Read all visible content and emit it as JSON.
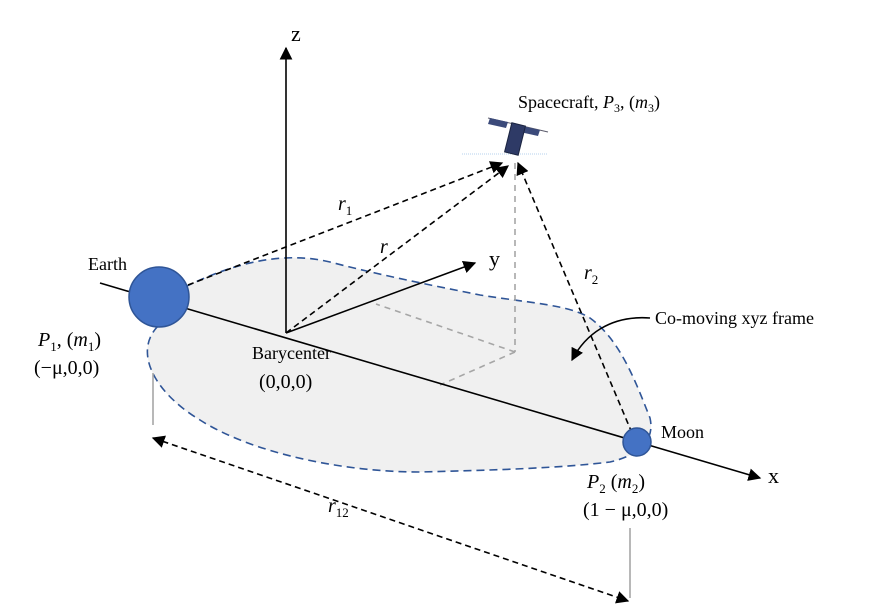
{
  "axes": {
    "x": "x",
    "y": "y",
    "z": "z"
  },
  "bodies": {
    "earth": {
      "name": "Earth",
      "color": "#4472C4"
    },
    "moon": {
      "name": "Moon",
      "color": "#4472C4"
    },
    "spacecraft": {
      "name": "Spacecraft, "
    }
  },
  "labels": {
    "barycenter": "Barycenter",
    "barycenter_coords": "(0,0,0)",
    "earth_coords": "(−μ,0,0)",
    "moon_coords": "(1 − μ,0,0)",
    "frame": "Co-moving xyz frame",
    "r": "r",
    "r1": "r",
    "r1_sub": "1",
    "r2": "r",
    "r2_sub": "2",
    "r12": "r",
    "r12_sub": "12",
    "P": "P",
    "m": "m",
    "p1_sub": "1",
    "p2_sub": "2",
    "p3_sub": "3"
  },
  "colors": {
    "plane_fill": "#f0f0f0",
    "plane_outline": "#2f5597",
    "projection": "#a6a6a6",
    "ink": "#000000"
  }
}
